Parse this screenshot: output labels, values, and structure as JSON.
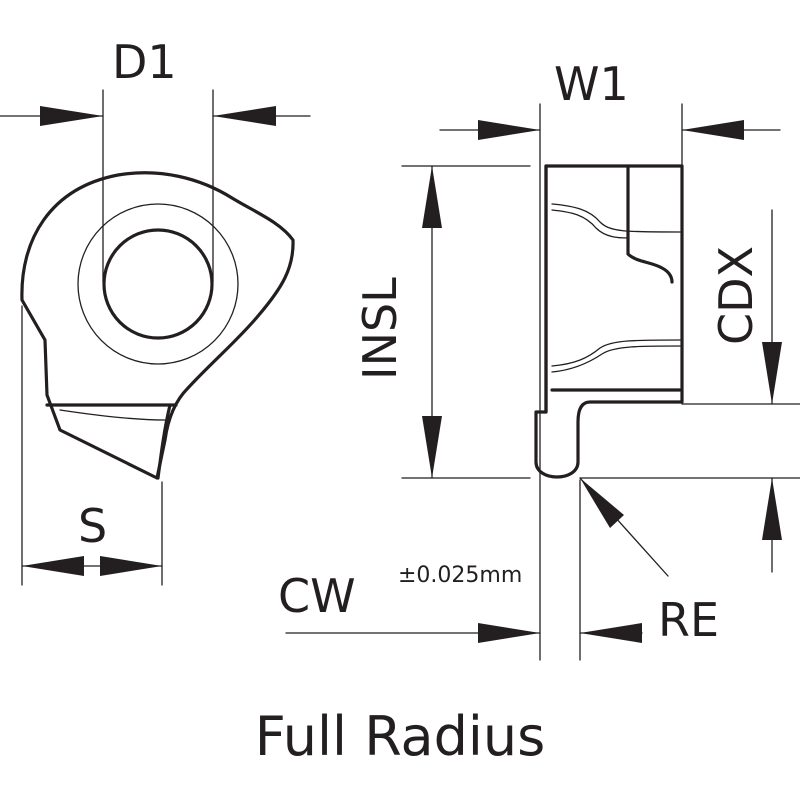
{
  "title": "Full Radius",
  "labels": {
    "d1": "D1",
    "s": "S",
    "w1": "W1",
    "insl": "INSL",
    "cdx": "CDX",
    "cw": "CW",
    "cw_tolerance": "±0.025mm",
    "re": "RE"
  },
  "colors": {
    "line": "#231f20",
    "background": "#ffffff"
  }
}
